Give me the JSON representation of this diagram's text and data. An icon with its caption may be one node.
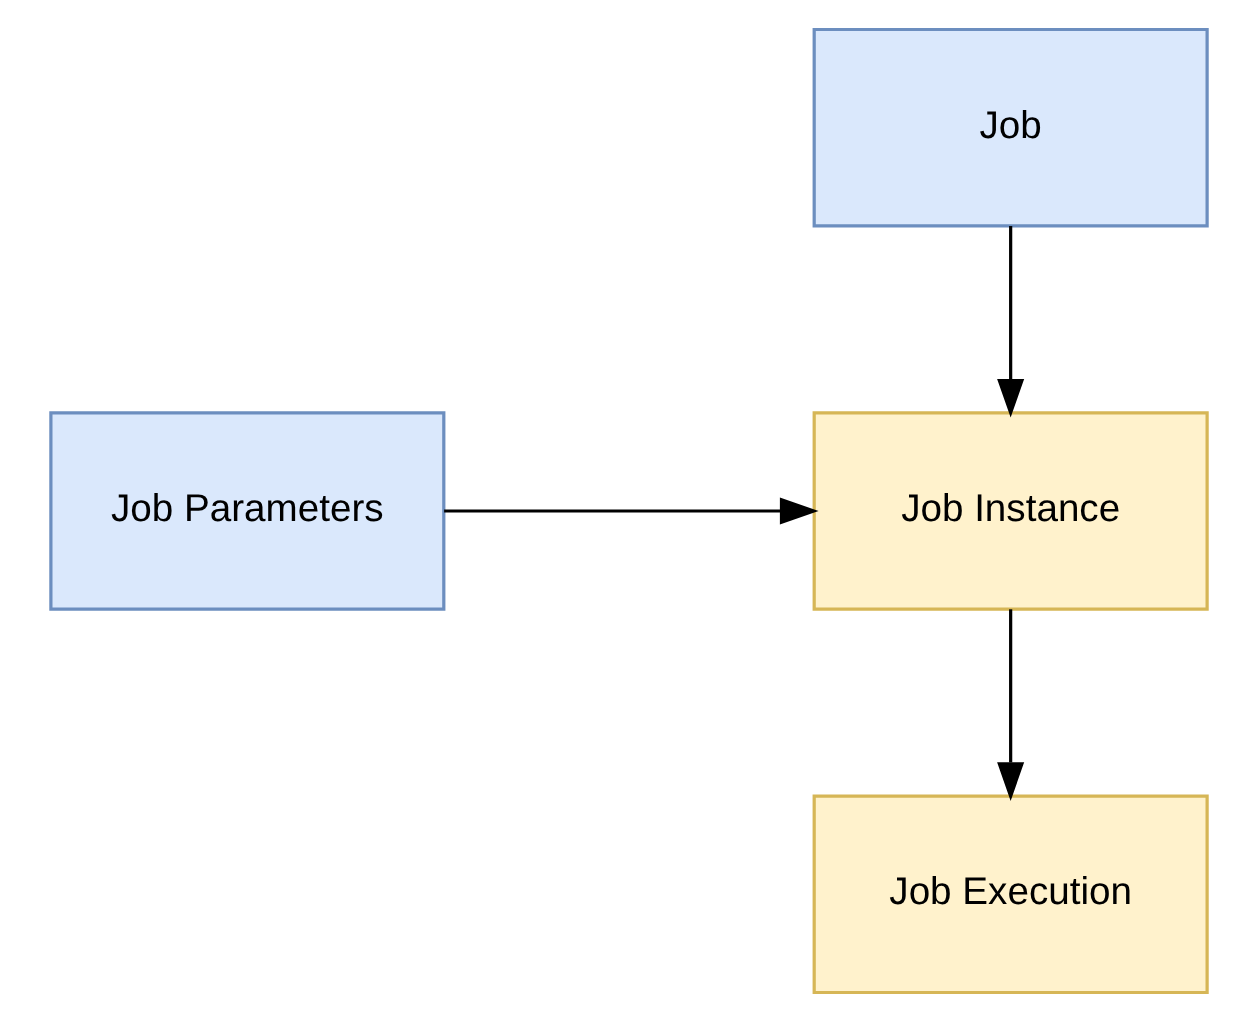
{
  "diagram": {
    "nodes": [
      {
        "text": [
          "Job"
        ]
      },
      {
        "text": [
          "Job Instance"
        ]
      },
      {
        "text": [
          "Job Parameters"
        ]
      },
      {
        "text": [
          "Job Execution"
        ]
      }
    ],
    "edges": [
      {
        "from": 0,
        "to": 1,
        "arrow": "to"
      },
      {
        "from": 2,
        "to": 1,
        "arrow": "to"
      },
      {
        "from": 1,
        "to": 3,
        "arrow": "to"
      }
    ]
  }
}
